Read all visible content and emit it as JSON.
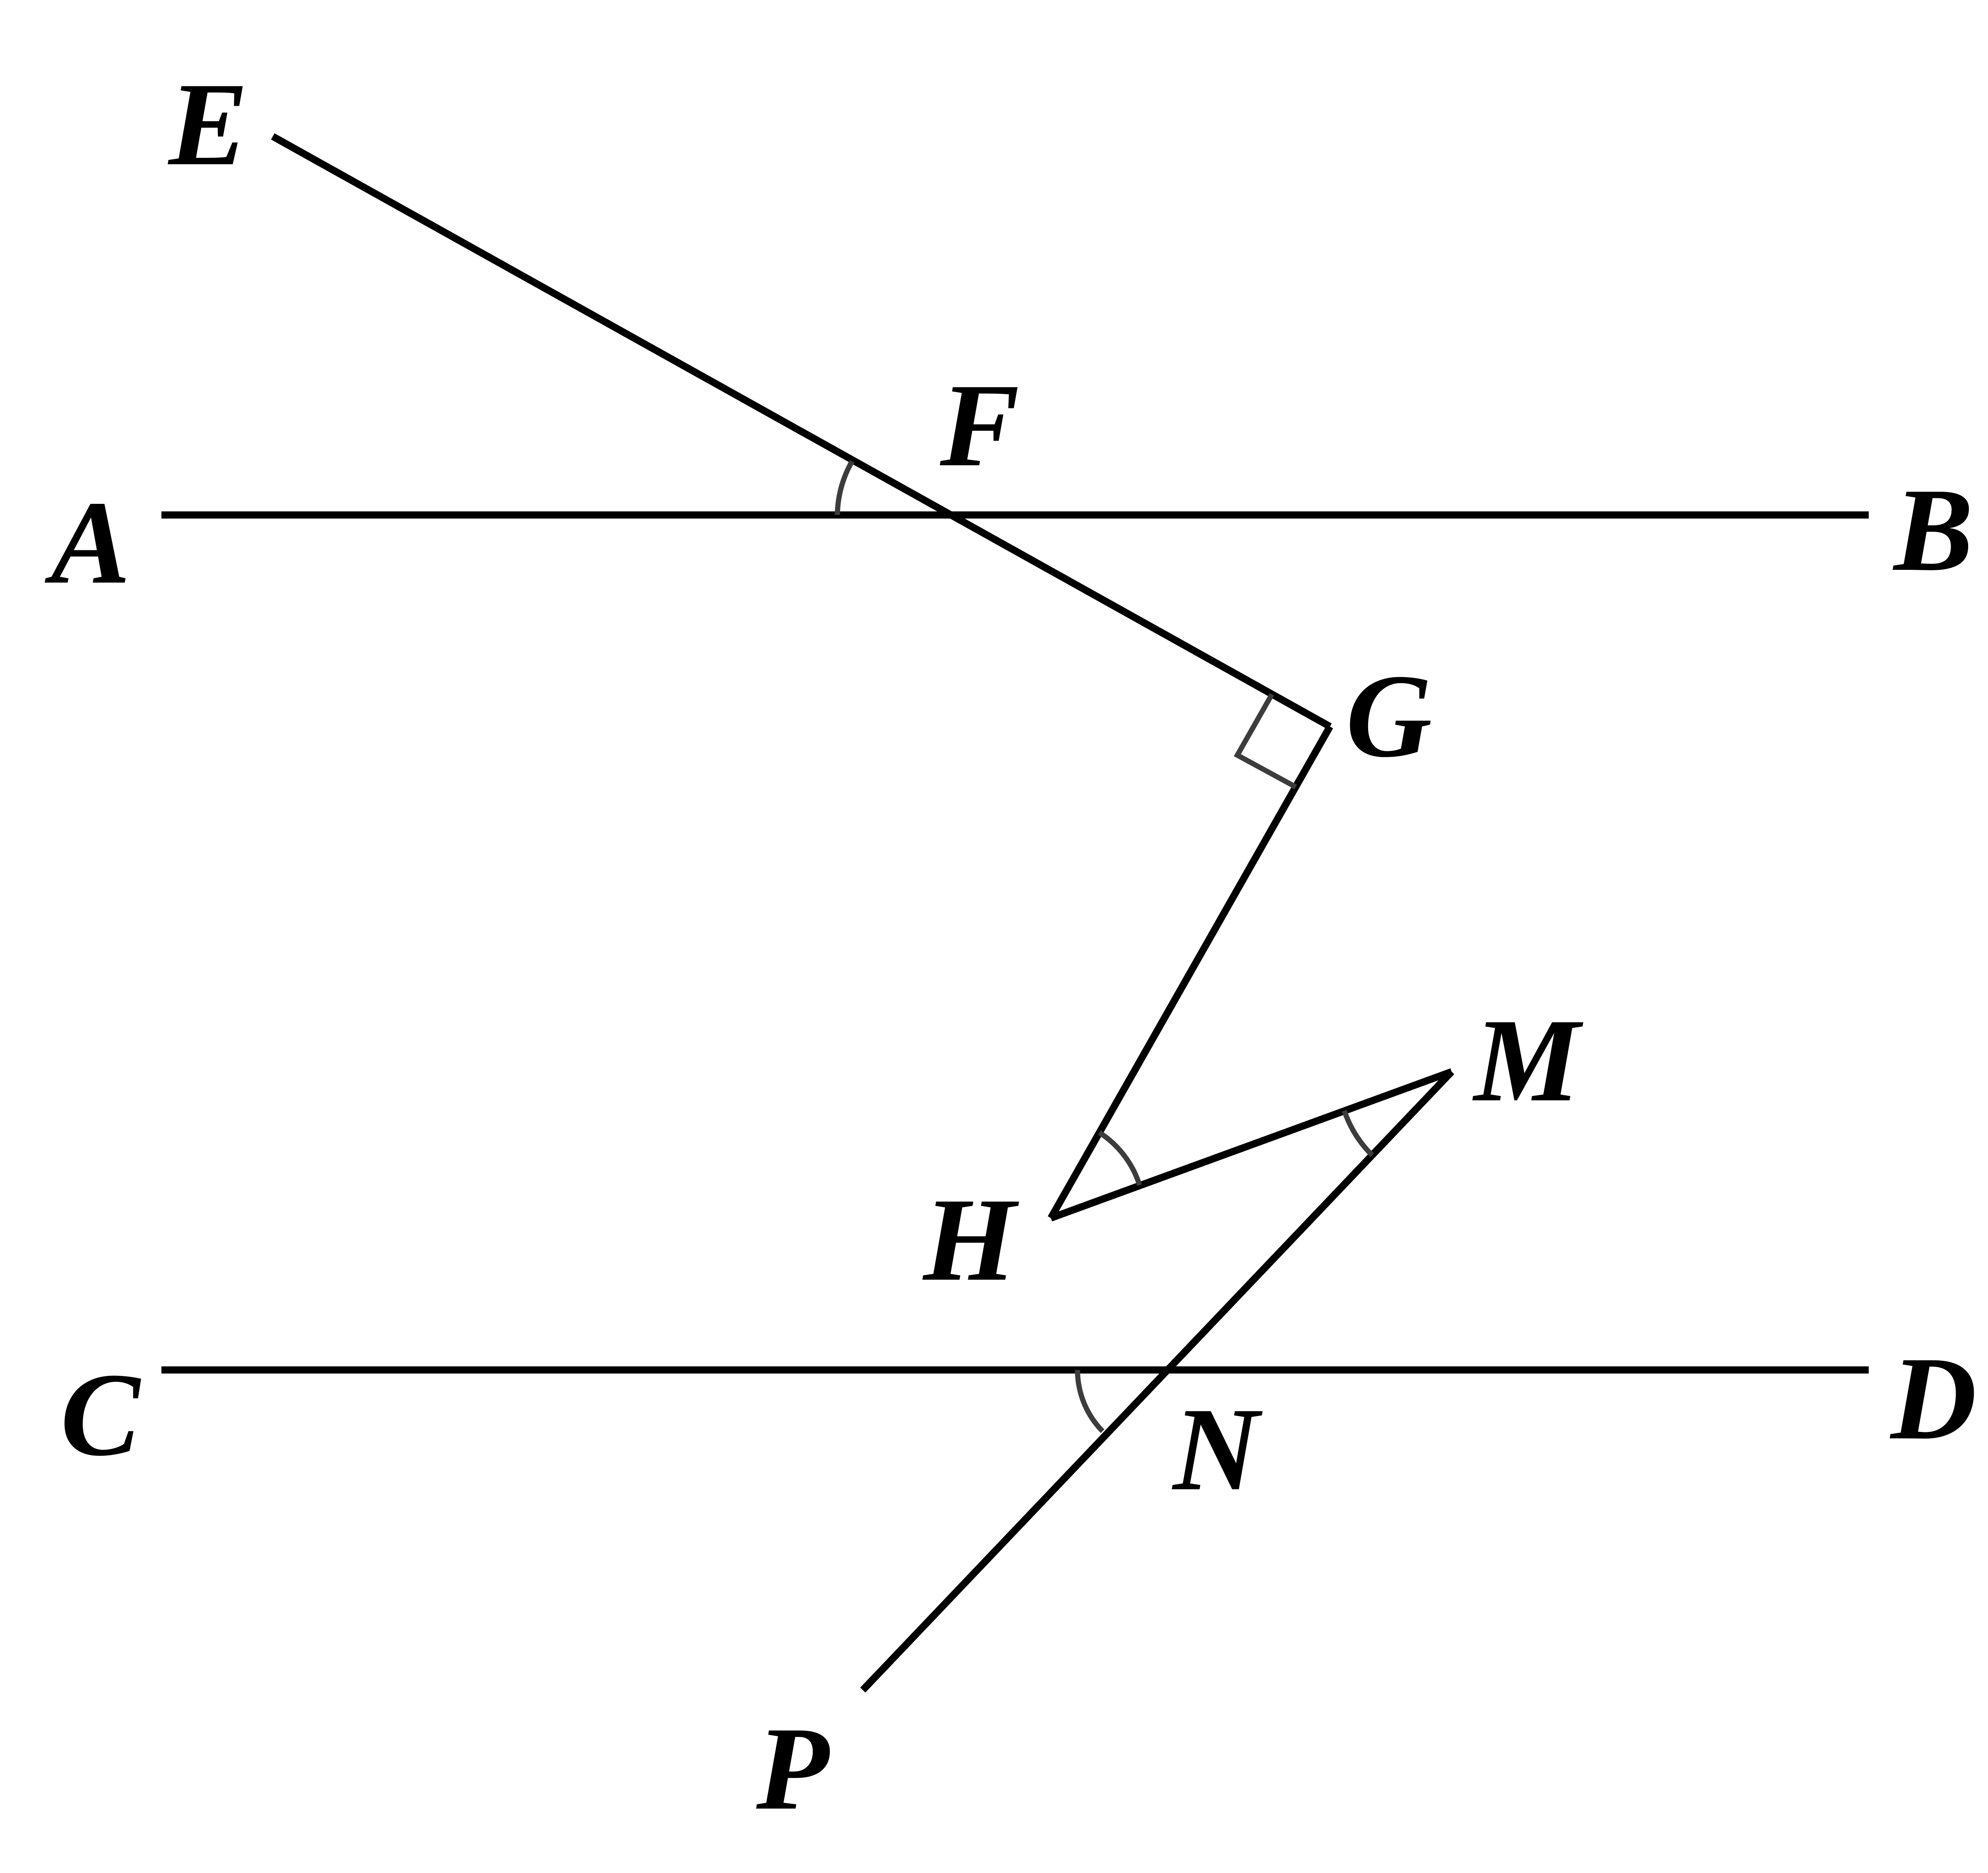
{
  "points": {
    "A": "A",
    "B": "B",
    "C": "C",
    "D": "D",
    "E": "E",
    "F": "F",
    "G": "G",
    "H": "H",
    "M": "M",
    "N": "N",
    "P": "P"
  },
  "colors": {
    "line": "#000000",
    "angle_mark": "#3c3c3c",
    "background": "#ffffff"
  }
}
